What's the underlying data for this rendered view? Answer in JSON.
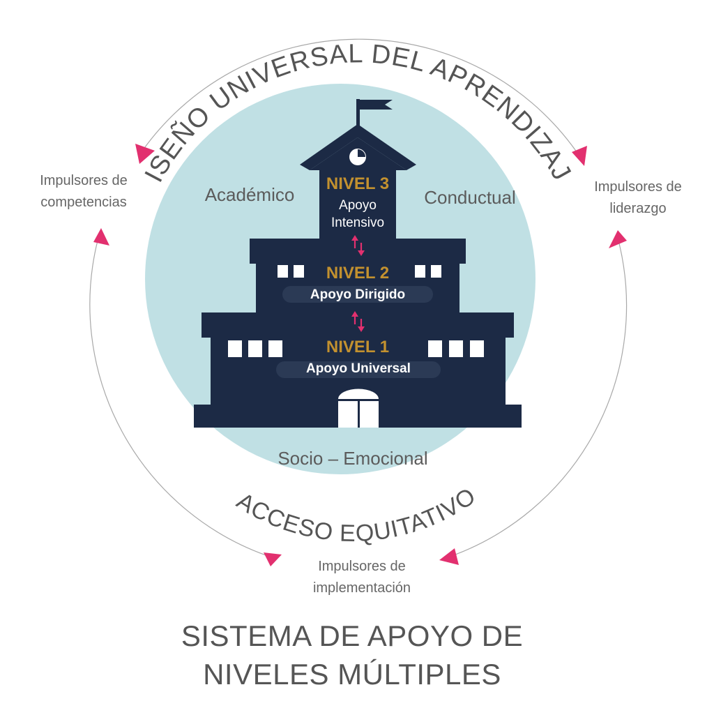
{
  "arc_top": "DISEÑO UNIVERSAL DEL APRENDIZAJE",
  "arc_bottom": "ACCESO EQUITATIVO",
  "drivers": {
    "left": "Impulsores de competencias",
    "left_line1": "Impulsores de",
    "left_line2": "competencias",
    "right_line1": "Impulsores de",
    "right_line2": "liderazgo",
    "bottom_line1": "Impulsores de",
    "bottom_line2": "implementación"
  },
  "domains": {
    "academic": "Académico",
    "behavioral": "Conductual",
    "socio": "Socio – Emocional"
  },
  "levels": {
    "level3_title": "NIVEL 3",
    "level3_sub1": "Apoyo",
    "level3_sub2": "Intensivo",
    "level2_title": "NIVEL 2",
    "level2_sub": "Apoyo Dirigido",
    "level1_title": "NIVEL 1",
    "level1_sub": "Apoyo Universal"
  },
  "title_line1": "SISTEMA DE APOYO DE",
  "title_line2": "NIVELES MÚLTIPLES",
  "colors": {
    "circle_fill": "#c0e0e4",
    "building": "#1c2a45",
    "level_text": "#c3912f",
    "arrow_accent": "#e2306f",
    "cycle_line": "#a8a8a8"
  }
}
